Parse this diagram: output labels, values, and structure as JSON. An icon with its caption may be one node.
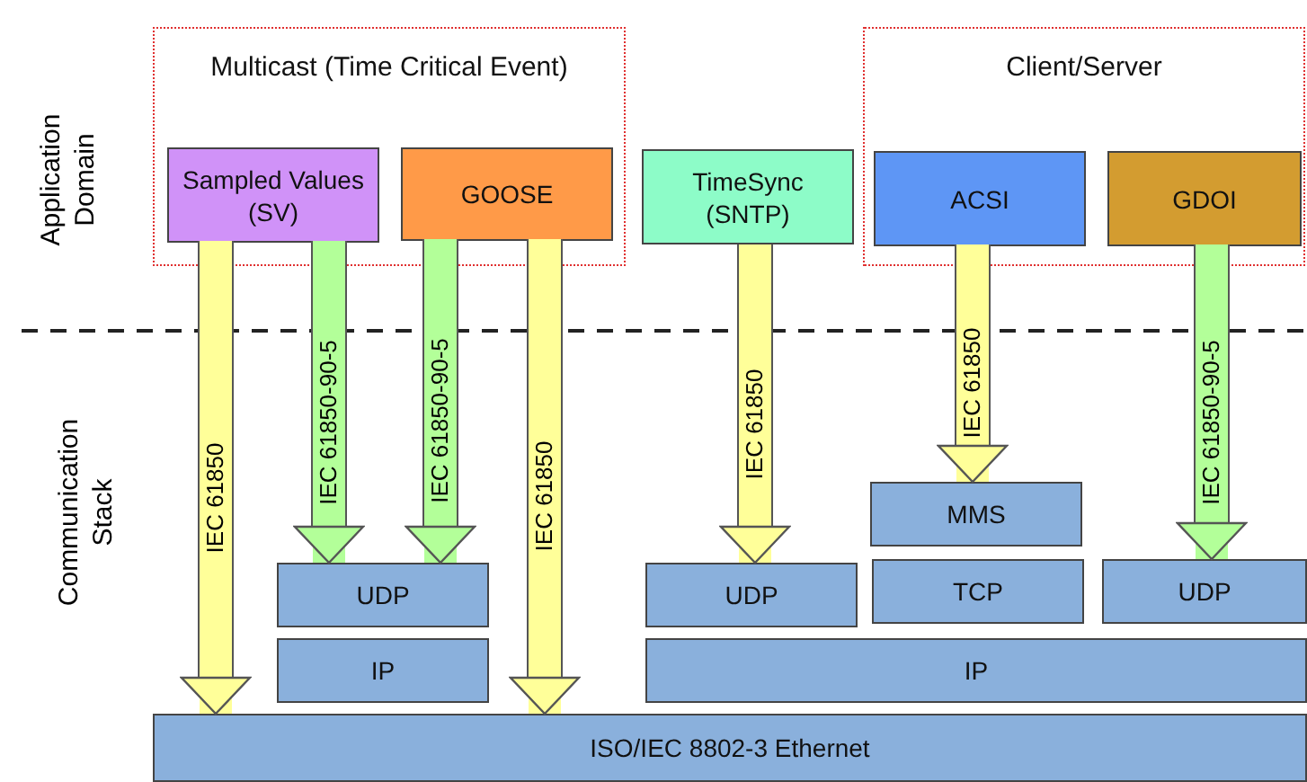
{
  "diagram": {
    "nodes": [
      {
        "text": [
          "Multicast (Time Critical Event)"
        ]
      },
      {
        "text": [
          "Sampled Values (SV)"
        ],
        "in": 0
      },
      {
        "text": [
          "GOOSE"
        ],
        "in": 0
      },
      {
        "text": [
          "TimeSync (SNTP)"
        ]
      },
      {
        "text": [
          "Client/Server"
        ]
      },
      {
        "text": [
          "ACSI"
        ],
        "in": 4
      },
      {
        "text": [
          "GDOI"
        ],
        "in": 4
      },
      {
        "text": [
          "UDP"
        ]
      },
      {
        "text": [
          "IP"
        ]
      },
      {
        "text": [
          "UDP"
        ]
      },
      {
        "text": [
          "MMS"
        ]
      },
      {
        "text": [
          "TCP"
        ]
      },
      {
        "text": [
          "UDP"
        ]
      },
      {
        "text": [
          "IP"
        ]
      },
      {
        "text": [
          "ISO/IEC 8802-3 Ethernet"
        ]
      }
    ],
    "edges": [
      {
        "from": 1,
        "to": 14,
        "arrow": "to",
        "label": "IEC 61850"
      },
      {
        "from": 1,
        "to": 7,
        "arrow": "to",
        "label": "IEC 61850-90-5",
        "color": "#b3ff99"
      },
      {
        "from": 2,
        "to": 7,
        "arrow": "to",
        "label": "IEC 61850-90-5",
        "color": "#b3ff99"
      },
      {
        "from": 2,
        "to": 14,
        "arrow": "to",
        "label": "IEC 61850"
      },
      {
        "from": 3,
        "to": 9,
        "arrow": "to",
        "label": "IEC 61850"
      },
      {
        "from": 5,
        "to": 10,
        "arrow": "to",
        "label": "IEC 61850"
      },
      {
        "from": 6,
        "to": 12,
        "arrow": "to",
        "label": "IEC 61850-90-5",
        "color": "#b3ff99"
      }
    ],
    "labels": [
      "Application Domain",
      "Communication Stack"
    ]
  }
}
